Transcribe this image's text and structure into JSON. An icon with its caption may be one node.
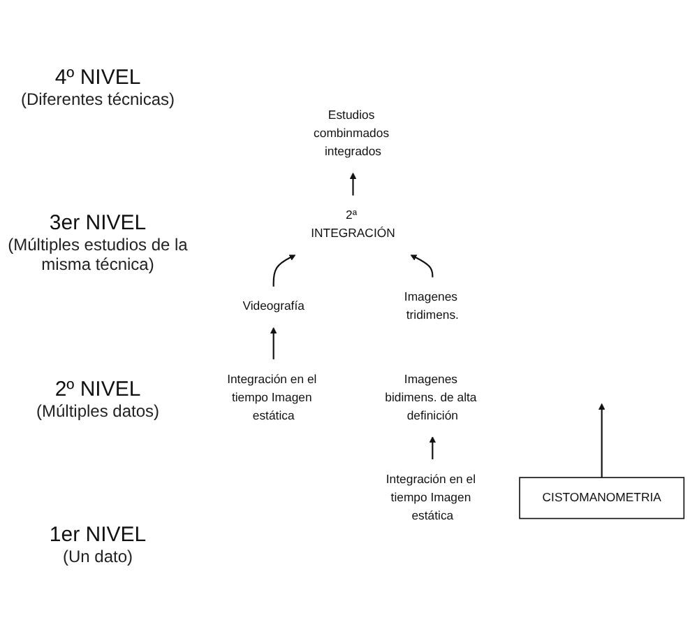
{
  "diagram": {
    "nodes": [
      {
        "text": [
          "Estudios combinmados integrados"
        ]
      },
      {
        "text": [
          "2ª INTEGRACIÓN"
        ]
      },
      {
        "text": [
          "Videografía"
        ]
      },
      {
        "text": [
          "Imagenes tridimens."
        ]
      },
      {
        "text": [
          "Imagenes bidimens. de alta definición"
        ]
      },
      {
        "text": [
          "Integración en el tiempo Imagen estática"
        ]
      },
      {
        "text": [
          "Integración en el tiempo Imagen estática"
        ]
      },
      {
        "text": [
          "CISTOMANOMETRIA"
        ]
      }
    ],
    "edges": [
      {
        "from": 1,
        "to": 0,
        "arrow": "to"
      },
      {
        "from": 2,
        "to": 1,
        "arrow": "to"
      },
      {
        "from": 3,
        "to": 1,
        "arrow": "to"
      },
      {
        "from": 5,
        "to": 2,
        "arrow": "to"
      },
      {
        "from": 6,
        "to": 4,
        "arrow": "to"
      },
      {
        "from": 7,
        "to": null,
        "arrow": "to"
      }
    ],
    "labels": [
      "4º NIVEL",
      "(Diferentes técnicas)",
      "3er NIVEL",
      "(Múltiples estudios de la misma técnica)",
      "2º NIVEL",
      "(Múltiples datos)",
      "1er NIVEL",
      "(Un dato)"
    ]
  }
}
